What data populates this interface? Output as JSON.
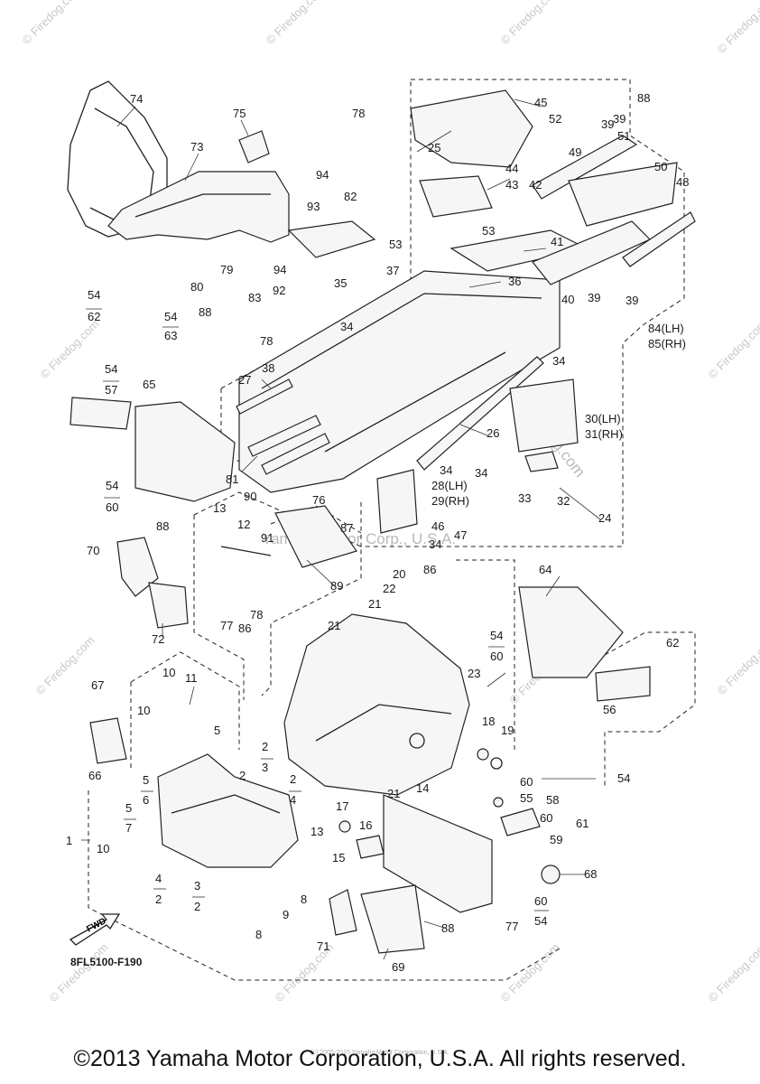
{
  "diagram": {
    "code": "8FL5100-F190",
    "fwd": "FWD",
    "watermark_center": "Yamaha Motor Corp., U.S.A.",
    "watermark_small": "© Firedog.com",
    "watermark_mid": "Firedog.com",
    "callouts": {
      "c1": "1",
      "c2a": "2",
      "c2b": "2",
      "c2c": "2",
      "c2d": "2",
      "c2e": "2",
      "c3a": "3",
      "c3b": "3",
      "c4a": "4",
      "c4b": "4",
      "c5a": "5",
      "c5b": "5",
      "c5c": "5",
      "c6": "6",
      "c7": "7",
      "c8a": "8",
      "c8b": "8",
      "c9": "9",
      "c10a": "10",
      "c10b": "10",
      "c10c": "10",
      "c11": "11",
      "c12": "12",
      "c13a": "13",
      "c13b": "13",
      "c14": "14",
      "c15": "15",
      "c16": "16",
      "c17": "17",
      "c18": "18",
      "c19": "19",
      "c20": "20",
      "c21a": "21",
      "c21b": "21",
      "c21c": "21",
      "c22": "22",
      "c23": "23",
      "c24": "24",
      "c25": "25",
      "c26": "26",
      "c27": "27",
      "c28": "28(LH)",
      "c29": "29(RH)",
      "c30": "30(LH)",
      "c31": "31(RH)",
      "c32": "32",
      "c33": "33",
      "c34a": "34",
      "c34b": "34",
      "c34c": "34",
      "c34d": "34",
      "c34e": "34",
      "c35": "35",
      "c36": "36",
      "c37": "37",
      "c38": "38",
      "c39a": "39",
      "c39b": "39",
      "c39c": "39",
      "c39d": "39",
      "c40": "40",
      "c41": "41",
      "c42": "42",
      "c43": "43",
      "c44": "44",
      "c45": "45",
      "c46": "46",
      "c47": "47",
      "c48": "48",
      "c49": "49",
      "c50": "50",
      "c51": "51",
      "c52": "52",
      "c53a": "53",
      "c53b": "53",
      "c54a": "54",
      "c54b": "54",
      "c54c": "54",
      "c54d": "54",
      "c54e": "54",
      "c54f": "54",
      "c54g": "54",
      "c55": "55",
      "c56": "56",
      "c57": "57",
      "c58": "58",
      "c59": "59",
      "c60a": "60",
      "c60b": "60",
      "c60c": "60",
      "c60d": "60",
      "c60e": "60",
      "c61": "61",
      "c62a": "62",
      "c62b": "62",
      "c63": "63",
      "c64": "64",
      "c65": "65",
      "c66": "66",
      "c67": "67",
      "c68": "68",
      "c69": "69",
      "c70": "70",
      "c71": "71",
      "c72": "72",
      "c73": "73",
      "c74": "74",
      "c75": "75",
      "c76": "76",
      "c77a": "77",
      "c77b": "77",
      "c78a": "78",
      "c78b": "78",
      "c79": "79",
      "c80": "80",
      "c81": "81",
      "c82": "82",
      "c83": "83",
      "c84": "84(LH)",
      "c85": "85(RH)",
      "c86": "86",
      "c87": "87",
      "c88a": "88",
      "c88b": "88",
      "c88c": "88",
      "c88d": "88",
      "c89": "89",
      "c90": "90",
      "c91": "91",
      "c92": "92",
      "c93": "93",
      "c94a": "94",
      "c94b": "94"
    }
  },
  "footer": {
    "copyright": "©2013 Yamaha Motor Corporation, U.S.A. All rights reserved.",
    "tiny_notice": "(c) 2005-2015 Yamaha Motor Corporation, U.S.A."
  }
}
